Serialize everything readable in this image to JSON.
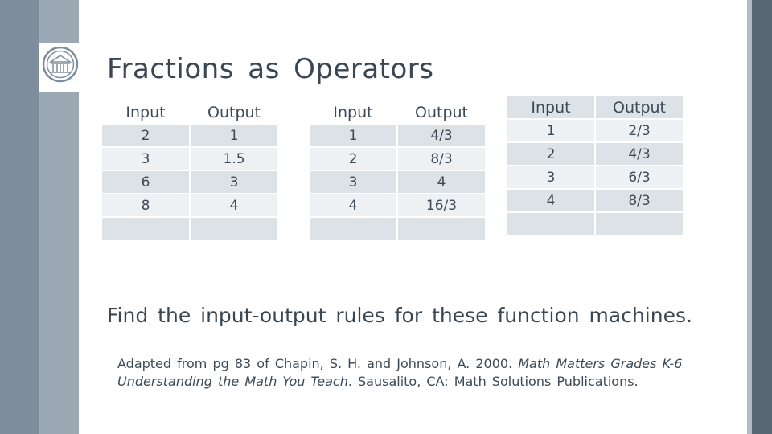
{
  "slide": {
    "title": "Fractions as Operators",
    "caption": "Find the input-output rules for these function machines.",
    "citation": {
      "prefix": "Adapted from pg 83 of Chapin, S. H. and Johnson, A. 2000. ",
      "book_title": "Math Matters Grades K-6 Understanding the Math You Teach",
      "suffix": ". Sausalito, CA: Math Solutions Publications."
    },
    "logo_icon": "university-seal-icon",
    "colors": {
      "band_dark": "#7d8d9c",
      "band_light": "#9ca9b5",
      "cell_fill": "#dde2e7",
      "text": "#3d4a55"
    }
  },
  "tables": [
    {
      "headers": [
        "Input",
        "Output"
      ],
      "rows": [
        [
          "2",
          "1"
        ],
        [
          "3",
          "1.5"
        ],
        [
          "6",
          "3"
        ],
        [
          "8",
          "4"
        ],
        [
          "",
          ""
        ]
      ]
    },
    {
      "headers": [
        "Input",
        "Output"
      ],
      "rows": [
        [
          "1",
          "4/3"
        ],
        [
          "2",
          "8/3"
        ],
        [
          "3",
          "4"
        ],
        [
          "4",
          "16/3"
        ],
        [
          "",
          ""
        ]
      ]
    },
    {
      "headers": [
        "Input",
        "Output"
      ],
      "rows": [
        [
          "1",
          "2/3"
        ],
        [
          "2",
          "4/3"
        ],
        [
          "3",
          "6/3"
        ],
        [
          "4",
          "8/3"
        ],
        [
          "",
          ""
        ]
      ]
    }
  ]
}
